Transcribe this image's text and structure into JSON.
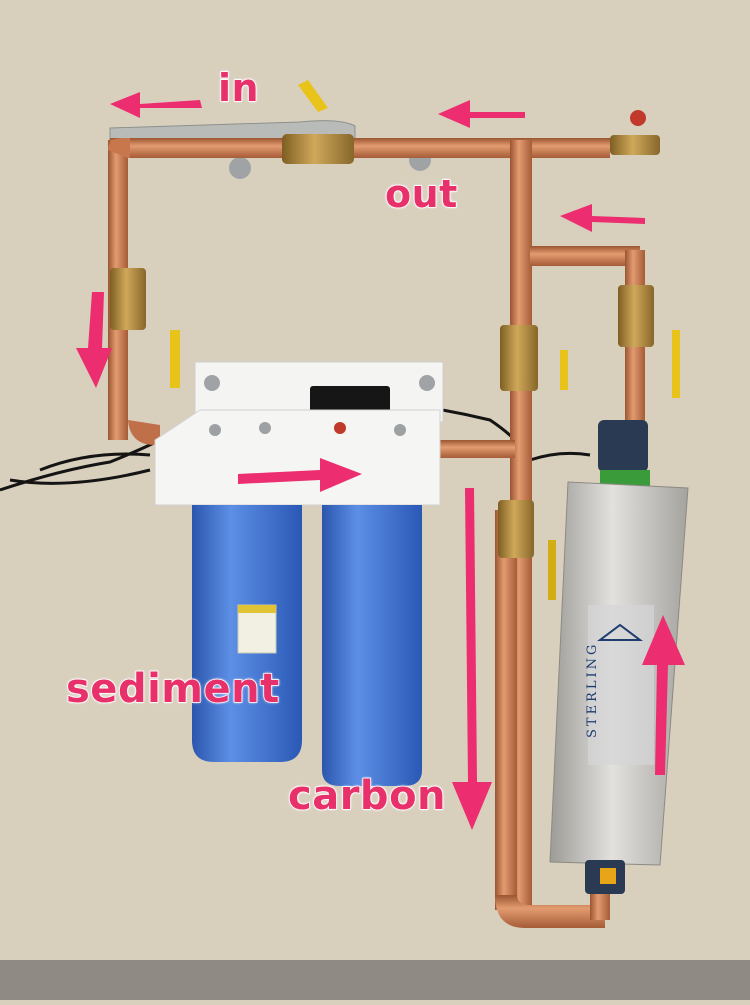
{
  "labels": {
    "inlet": "in",
    "outlet": "out",
    "sediment_filter": "sediment",
    "carbon_filter": "carbon"
  },
  "uv_unit": {
    "brand": "STERLING"
  },
  "colors": {
    "wall": "#d9cfbd",
    "copper": "#c8774d",
    "brass": "#b08a3a",
    "filter_housing": "#3f73d0",
    "bracket": "#f2f2f0",
    "uv_steel": "#c6c4bf",
    "arrow": "#ec2d6f",
    "valve_handle": "#e8c41a"
  }
}
